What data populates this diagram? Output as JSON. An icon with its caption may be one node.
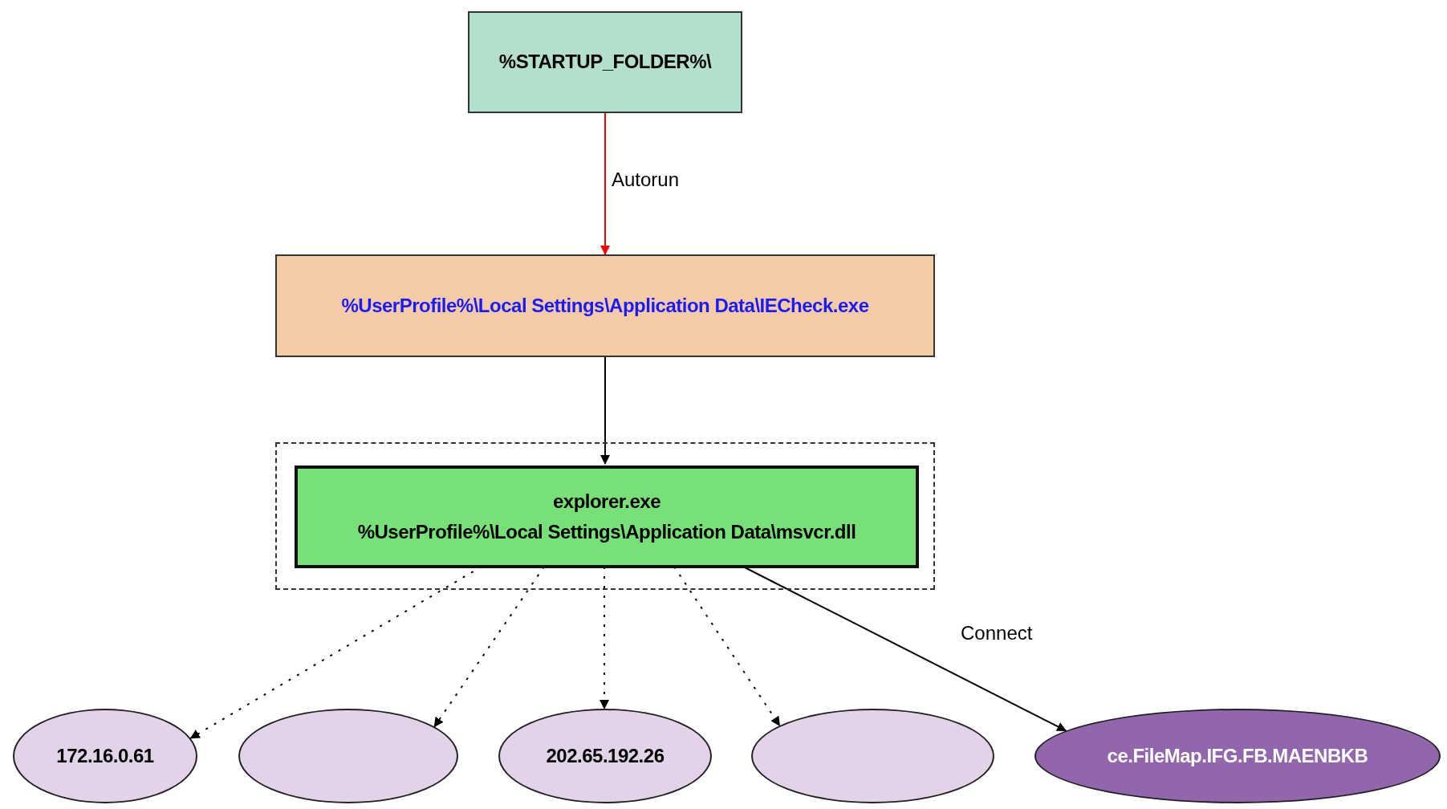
{
  "diagram": {
    "nodes": [
      {
        "text": [
          "%STARTUP_FOLDER%\\"
        ]
      },
      {
        "text": [
          "%UserProfile%\\Local Settings\\Application Data\\IECheck.exe"
        ]
      },
      {
        "text": [],
        "shape": "box"
      },
      {
        "text": [
          "explorer.exe",
          "%UserProfile%\\Local Settings\\Application Data\\msvcr.dll"
        ],
        "in": 2
      },
      {
        "text": [
          "172.16.0.61"
        ]
      },
      {
        "text": [],
        "shape": "ellipse"
      },
      {
        "text": [
          "202.65.192.26"
        ]
      },
      {
        "text": [],
        "shape": "ellipse"
      },
      {
        "text": [
          "ce.FileMap.IFG.FB.MAENBKB"
        ]
      }
    ],
    "edges": [
      {
        "from": 0,
        "to": 1,
        "arrow": "to",
        "label": "Autorun",
        "color": "#ff0000"
      },
      {
        "from": 1,
        "to": 3,
        "arrow": "to"
      },
      {
        "from": 3,
        "to": 4,
        "arrow": "to",
        "style": "dashed"
      },
      {
        "from": 3,
        "to": 5,
        "arrow": "to",
        "style": "dashed"
      },
      {
        "from": 3,
        "to": 6,
        "arrow": "to",
        "style": "dashed"
      },
      {
        "from": 3,
        "to": 7,
        "arrow": "to",
        "style": "dashed"
      },
      {
        "from": 3,
        "to": 8,
        "arrow": "to",
        "label": "Connect"
      }
    ]
  }
}
